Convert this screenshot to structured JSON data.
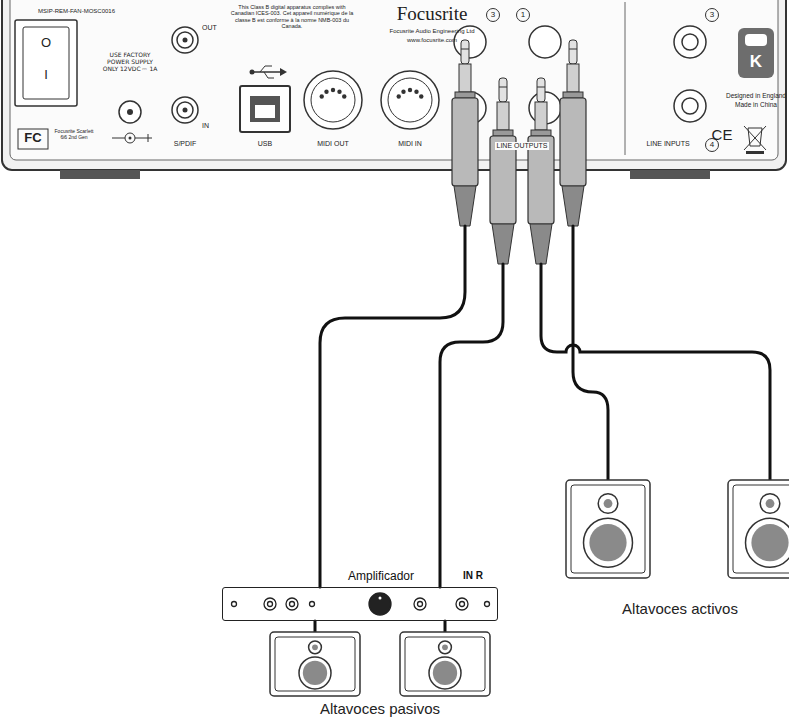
{
  "diagram": {
    "nodes": [
      {
        "text": [
          "Amplificador",
          "IN R"
        ]
      }
    ],
    "labels": [
      "MSIP-REM-FAN-MOSC0016",
      "USE FACTORY POWER SUPPLY ONLY 12VDC ⎓ 1A",
      "OUT",
      "IN",
      "S/PDIF",
      "USB",
      "MIDI OUT",
      "MIDI IN",
      "This Class B digital apparatus complies with Canadian ICES-003. Cet appareil numérique de la classe B est conforme à la norme NMB-003 du Canada.",
      "Focusrite",
      "Focusrite Audio Engineering Ltd",
      "www.focusrite.com",
      "3",
      "1",
      "3",
      "4",
      "LINE OUTPUTS",
      "LINE INPUTS",
      "K",
      "Designed in England",
      "Made in China",
      "CE",
      "FC",
      "Focusrite Scarlett 6i6 2nd Gen",
      "Altavoces activos",
      "Altavoces pasivos",
      "O",
      "I"
    ]
  }
}
